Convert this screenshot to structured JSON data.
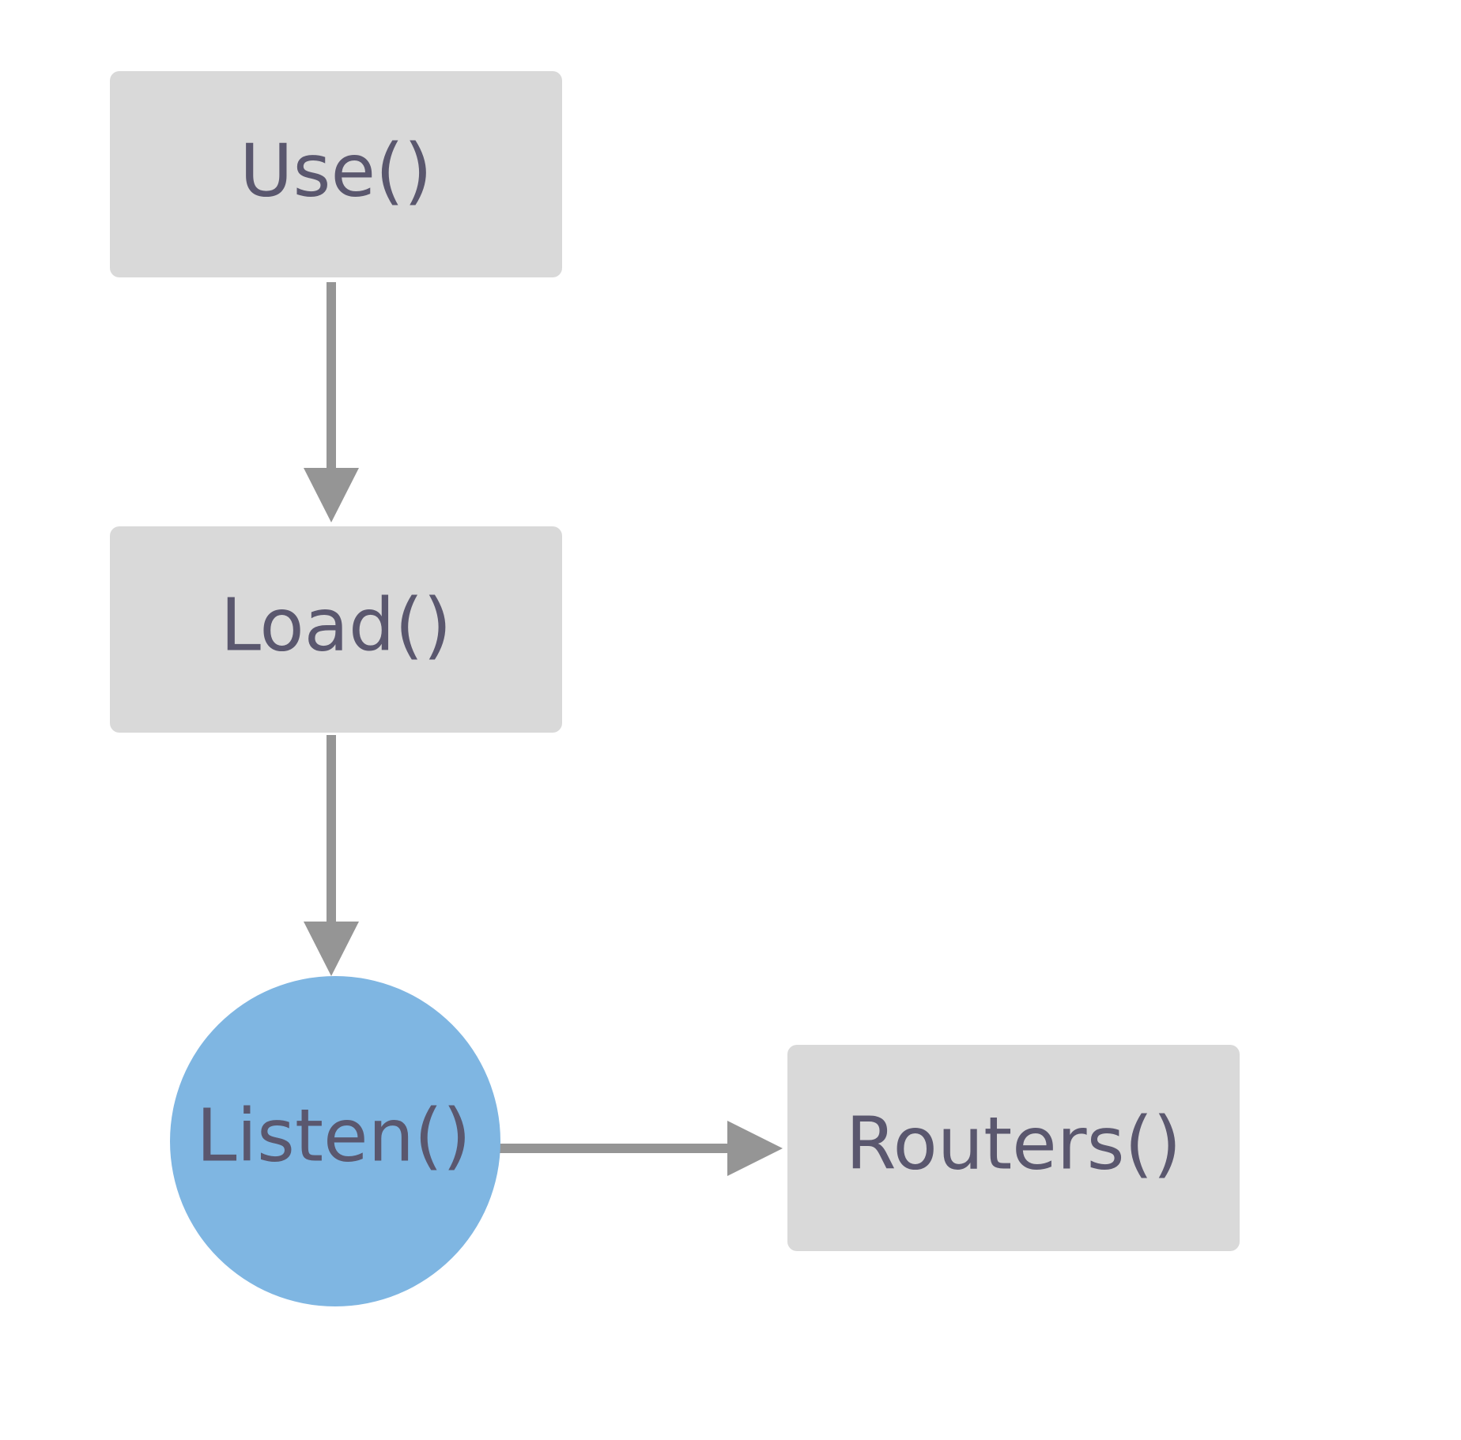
{
  "diagram": {
    "nodes": {
      "use": {
        "label": "Use()",
        "shape": "rounded-rect"
      },
      "load": {
        "label": "Load()",
        "shape": "rounded-rect"
      },
      "listen": {
        "label": "Listen()",
        "shape": "circle"
      },
      "routers": {
        "label": "Routers()",
        "shape": "rounded-rect"
      }
    },
    "edges": [
      {
        "from": "Use()",
        "to": "Load()"
      },
      {
        "from": "Load()",
        "to": "Listen()"
      },
      {
        "from": "Listen()",
        "to": "Routers()"
      }
    ]
  },
  "colors": {
    "box_fill": "#d9d9d9",
    "circle_fill": "#7fb6e2",
    "label_text": "#5a576e",
    "arrow": "#959595",
    "background": "#ffffff"
  }
}
